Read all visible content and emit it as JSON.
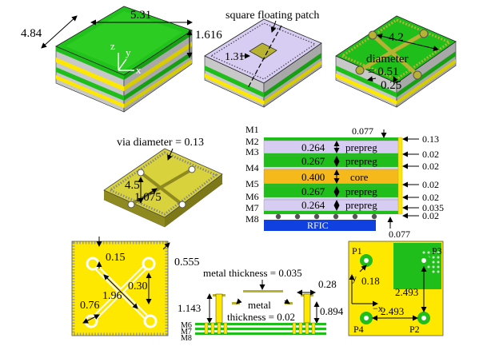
{
  "panel_a": {
    "width": "5.31",
    "depth": "4.84",
    "height": "1.616",
    "axis_x": "x",
    "axis_y": "y",
    "axis_z": "z"
  },
  "panel_b": {
    "label": "square floating patch",
    "patch_size": "1.31"
  },
  "panel_c": {
    "length": "4.2",
    "diameter_label": "diameter",
    "diameter": "= 0.51",
    "width": "0.25"
  },
  "panel_d": {
    "via_label": "via diameter = 0.13",
    "dim_a": "4.5",
    "dim_b": "1.075"
  },
  "stackup": {
    "layers_left": [
      "M1",
      "M2",
      "M3",
      "M4",
      "M5",
      "M6",
      "M7",
      "M8"
    ],
    "rows": [
      {
        "thickness": "0.264",
        "material": "prepreg"
      },
      {
        "thickness": "0.267",
        "material": "prepreg"
      },
      {
        "thickness": "0.400",
        "material": "core"
      },
      {
        "thickness": "0.267",
        "material": "prepreg"
      },
      {
        "thickness": "0.264",
        "material": "prepreg"
      }
    ],
    "top_gap": "0.077",
    "right_values": [
      "0.13",
      "0.02",
      "0.02",
      "0.02",
      "0.02",
      "0.035",
      "0.02"
    ],
    "bottom_gap": "0.077",
    "chip_label": "RFIC"
  },
  "panel_f": {
    "dim_top": "0.15",
    "dim_right": "0.555",
    "dim_mid": "0.30",
    "dim_diag": "1.96",
    "dim_via": "0.76"
  },
  "panel_g": {
    "metal_top": "metal thickness = 0.035",
    "metal_label": "metal",
    "metal_bottom": "thickness = 0.02",
    "h_left": "1.143",
    "h_right": "0.894",
    "w_top": "0.28",
    "layers": [
      "M6",
      "M7",
      "M8"
    ]
  },
  "panel_h": {
    "p1": "P1",
    "p2": "P2",
    "p3": "P3",
    "p4": "P4",
    "d_small": "0.18",
    "d_vert": "2.493",
    "d_horiz": "2.493",
    "axis_y": "y",
    "axis_x": "−x"
  },
  "colors": {
    "green": "#1fbe1a",
    "yellow": "#ffff00",
    "lavender": "#d7cdf2",
    "orange": "#f5b91c",
    "blue": "#1040e0",
    "olive": "#b7b233"
  }
}
